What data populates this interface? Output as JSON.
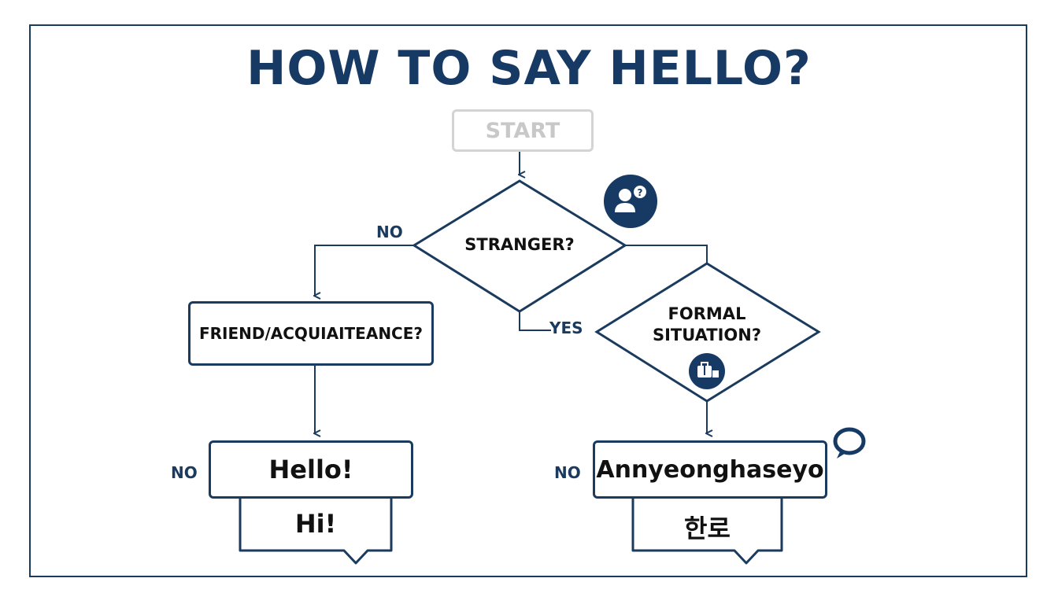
{
  "title": "HOW TO SAY HELLO?",
  "nodes": {
    "start": "START",
    "stranger": "STRANGER?",
    "friend": "FRIEND/ACQUIAITEANCE?",
    "formal_line1": "FORMAL",
    "formal_line2": "SITUATION?",
    "hello": "Hello!",
    "hi": "Hi!",
    "annyeong": "Annyeonghaseyo",
    "korean": "한로"
  },
  "edge_labels": {
    "stranger_no": "NO",
    "stranger_yes": "YES",
    "hello_no": "NO",
    "annyeong_no": "NO"
  },
  "icons": {
    "stranger": "person-question-icon",
    "formal": "briefcase-icon",
    "speech": "speech-bubble-icon"
  },
  "colors": {
    "navy": "#163a64",
    "start_gray": "#c8c8c8"
  }
}
